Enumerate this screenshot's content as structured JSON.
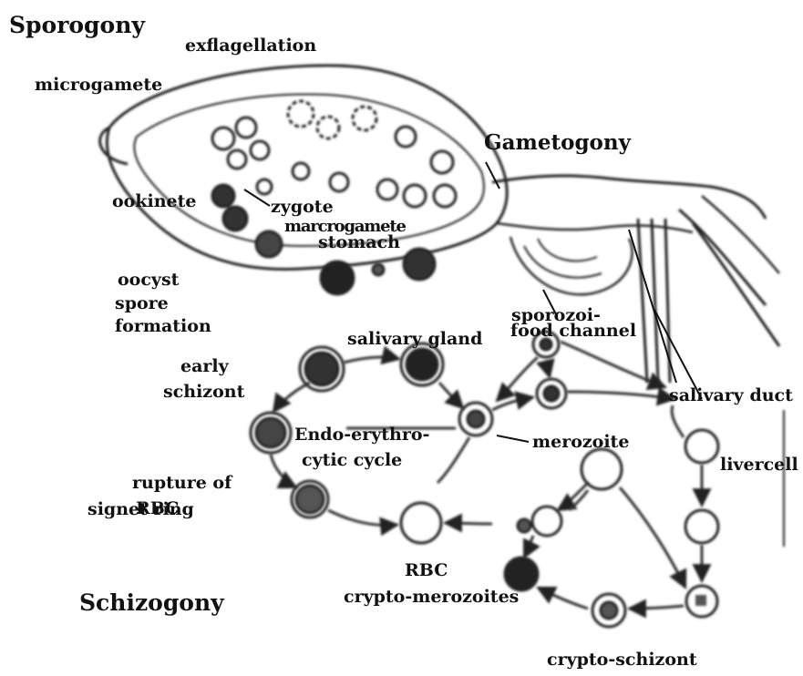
{
  "labels": {
    "sporogony": "Sporogony",
    "exflagellation": "exflagellation",
    "microgamete": "microgamete",
    "gametogony": "Gametogony",
    "ookinete": "ookinete",
    "zygote": "zygote",
    "marcrogamete": "marcrogamete",
    "stomach": "stomach",
    "oocyst": "oocyst",
    "spore": "spore",
    "formation": "formation",
    "sporozoi": "sporozoi-",
    "food_channel": "food channel",
    "salivary_gland": "salivary gland",
    "early": "early",
    "schizont": "schizont",
    "salivary_duct": "salivary duct",
    "endo_erythro": "Endo-erythro-",
    "cytic_cycle": "cytic cycle",
    "merozoite": "merozoite",
    "livercell": "livercell",
    "rupture_of": "rupture of",
    "rbc_upper": "RBC",
    "signet_ring": "signet ring",
    "rbc_lower": "RBC",
    "crypto_merozoites": "crypto-merozoites",
    "schizogony": "Schizogony",
    "crypto_schizont": "crypto-schizont"
  }
}
